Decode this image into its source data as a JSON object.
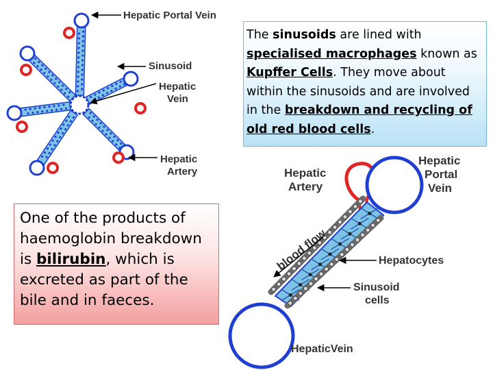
{
  "colors": {
    "vessel_blue": "#1f3fd0",
    "artery_red": "#e02525",
    "sinusoid_fill": "#7ec3e6",
    "label_text": "#333333"
  },
  "lobule_diagram": {
    "labels": {
      "hepatic_portal_vein": "Hepatic Portal Vein",
      "sinusoid": "Sinusoid",
      "hepatic_vein_line1": "Hepatic",
      "hepatic_vein_line2": "Vein",
      "hepatic_artery_line1": "Hepatic",
      "hepatic_artery_line2": "Artery"
    }
  },
  "sinusoid_diagram": {
    "labels": {
      "hepatic_artery_line1": "Hepatic",
      "hepatic_artery_line2": "Artery",
      "hepatic_portal_vein_line1": "Hepatic",
      "hepatic_portal_vein_line2": "Portal",
      "hepatic_portal_vein_line3": "Vein",
      "blood_flow": "blood flow",
      "hepatocytes": "Hepatocytes",
      "sinusoid_cells_line1": "Sinusoid",
      "sinusoid_cells_line2": "cells",
      "hepatic_vein": "HepaticVein"
    }
  },
  "info_boxes": {
    "kupffer": {
      "t1": "The ",
      "t2": "sinusoids",
      "t3": " are lined with ",
      "t4": "specialised macrophages",
      "t5": " known as ",
      "t6": "Kupffer Cells",
      "t7": ". They move about within the sinusoids and are involved in the ",
      "t8": "breakdown and recycling of old red blood cells",
      "t9": "."
    },
    "bilirubin": {
      "t1": "One of the products of haemoglobin breakdown is ",
      "t2": "bilirubin",
      "t3": ", which is excreted as part of the bile and in faeces."
    }
  }
}
